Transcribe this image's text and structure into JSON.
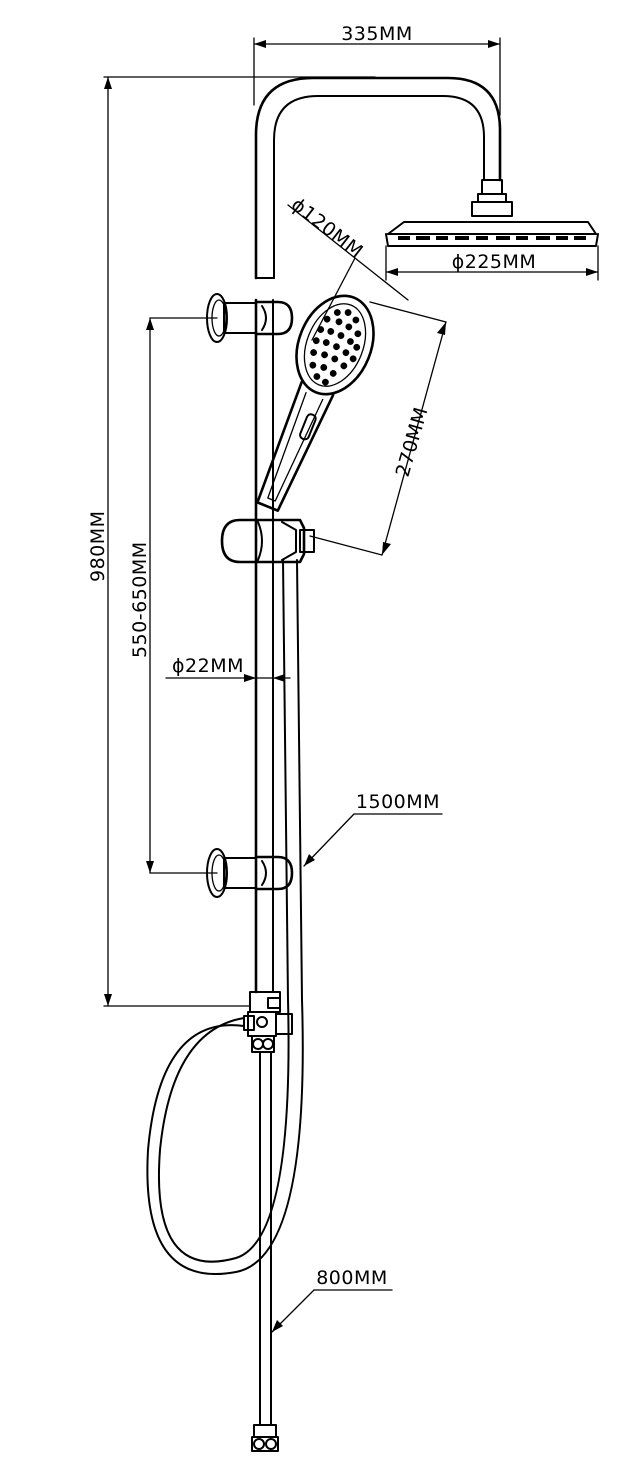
{
  "dimensions": {
    "top_width": "335MM",
    "head_diameter": "ϕ225MM",
    "hand_diameter": "ϕ120MM",
    "hand_length": "270MM",
    "total_height": "980MM",
    "bracket_range": "550-650MM",
    "rail_diameter": "ϕ22MM",
    "long_hose": "1500MM",
    "short_hose": "800MM"
  }
}
